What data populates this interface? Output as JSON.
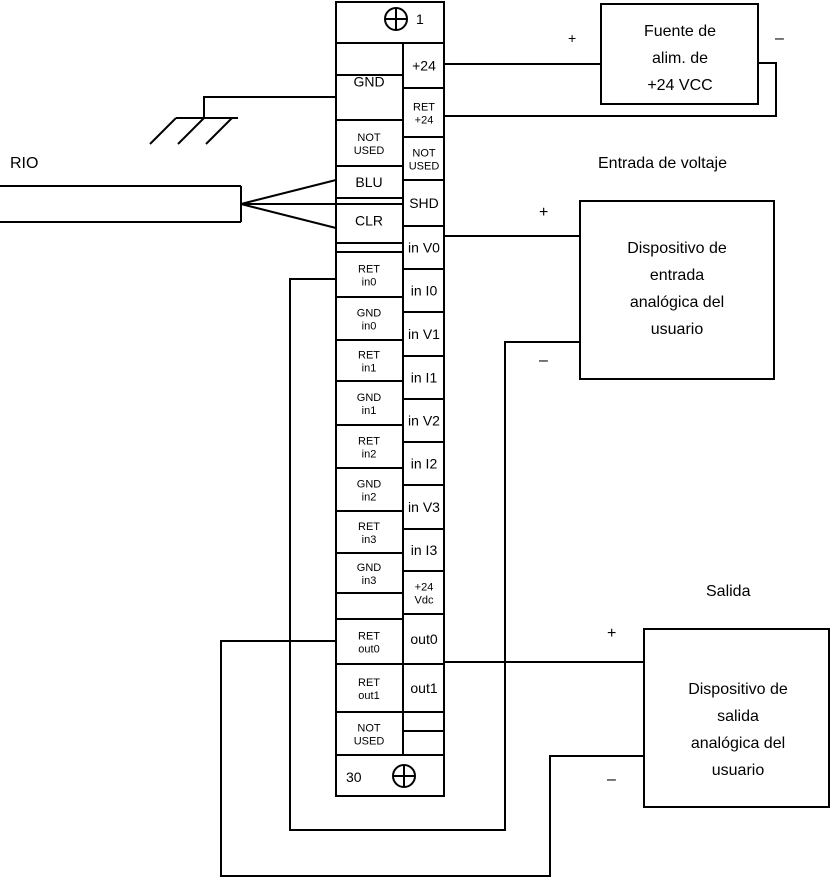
{
  "terminal_block": {
    "top_number": "1",
    "bottom_number": "30",
    "left": [
      {
        "l1": "GND",
        "l2": ""
      },
      {
        "l1": "NOT",
        "l2": "USED"
      },
      {
        "l1": "BLU",
        "l2": ""
      },
      {
        "l1": "CLR",
        "l2": ""
      },
      {
        "l1": "RET",
        "l2": "in0"
      },
      {
        "l1": "GND",
        "l2": "in0"
      },
      {
        "l1": "RET",
        "l2": "in1"
      },
      {
        "l1": "GND",
        "l2": "in1"
      },
      {
        "l1": "RET",
        "l2": "in2"
      },
      {
        "l1": "GND",
        "l2": "in2"
      },
      {
        "l1": "RET",
        "l2": "in3"
      },
      {
        "l1": "GND",
        "l2": "in3"
      },
      {
        "l1": "RET",
        "l2": "out0"
      },
      {
        "l1": "RET",
        "l2": "out1"
      },
      {
        "l1": "NOT",
        "l2": "USED"
      }
    ],
    "right": [
      {
        "l1": "+24",
        "l2": ""
      },
      {
        "l1": "RET",
        "l2": "+24"
      },
      {
        "l1": "NOT",
        "l2": "USED"
      },
      {
        "l1": "SHD",
        "l2": ""
      },
      {
        "l1": "in V0",
        "l2": ""
      },
      {
        "l1": "in I0",
        "l2": ""
      },
      {
        "l1": "in V1",
        "l2": ""
      },
      {
        "l1": "in I1",
        "l2": ""
      },
      {
        "l1": "in V2",
        "l2": ""
      },
      {
        "l1": "in I2",
        "l2": ""
      },
      {
        "l1": "in V3",
        "l2": ""
      },
      {
        "l1": "in I3",
        "l2": ""
      },
      {
        "l1": "+24",
        "l2": "Vdc"
      },
      {
        "l1": "out0",
        "l2": ""
      },
      {
        "l1": "out1",
        "l2": ""
      }
    ]
  },
  "power_supply": {
    "line1": "Fuente de",
    "line2": "alim. de",
    "line3": "+24 VCC",
    "plus": "+",
    "minus": "–"
  },
  "rio_label": "RIO",
  "input_section": {
    "title": "Entrada de voltaje",
    "line1": "Dispositivo de",
    "line2": "entrada",
    "line3": "analógica del",
    "line4": "usuario",
    "plus": "+",
    "minus": "–"
  },
  "output_section": {
    "title": "Salida",
    "line1": "Dispositivo de",
    "line2": "salida",
    "line3": "analógica del",
    "line4": "usuario",
    "plus": "+",
    "minus": "–"
  }
}
